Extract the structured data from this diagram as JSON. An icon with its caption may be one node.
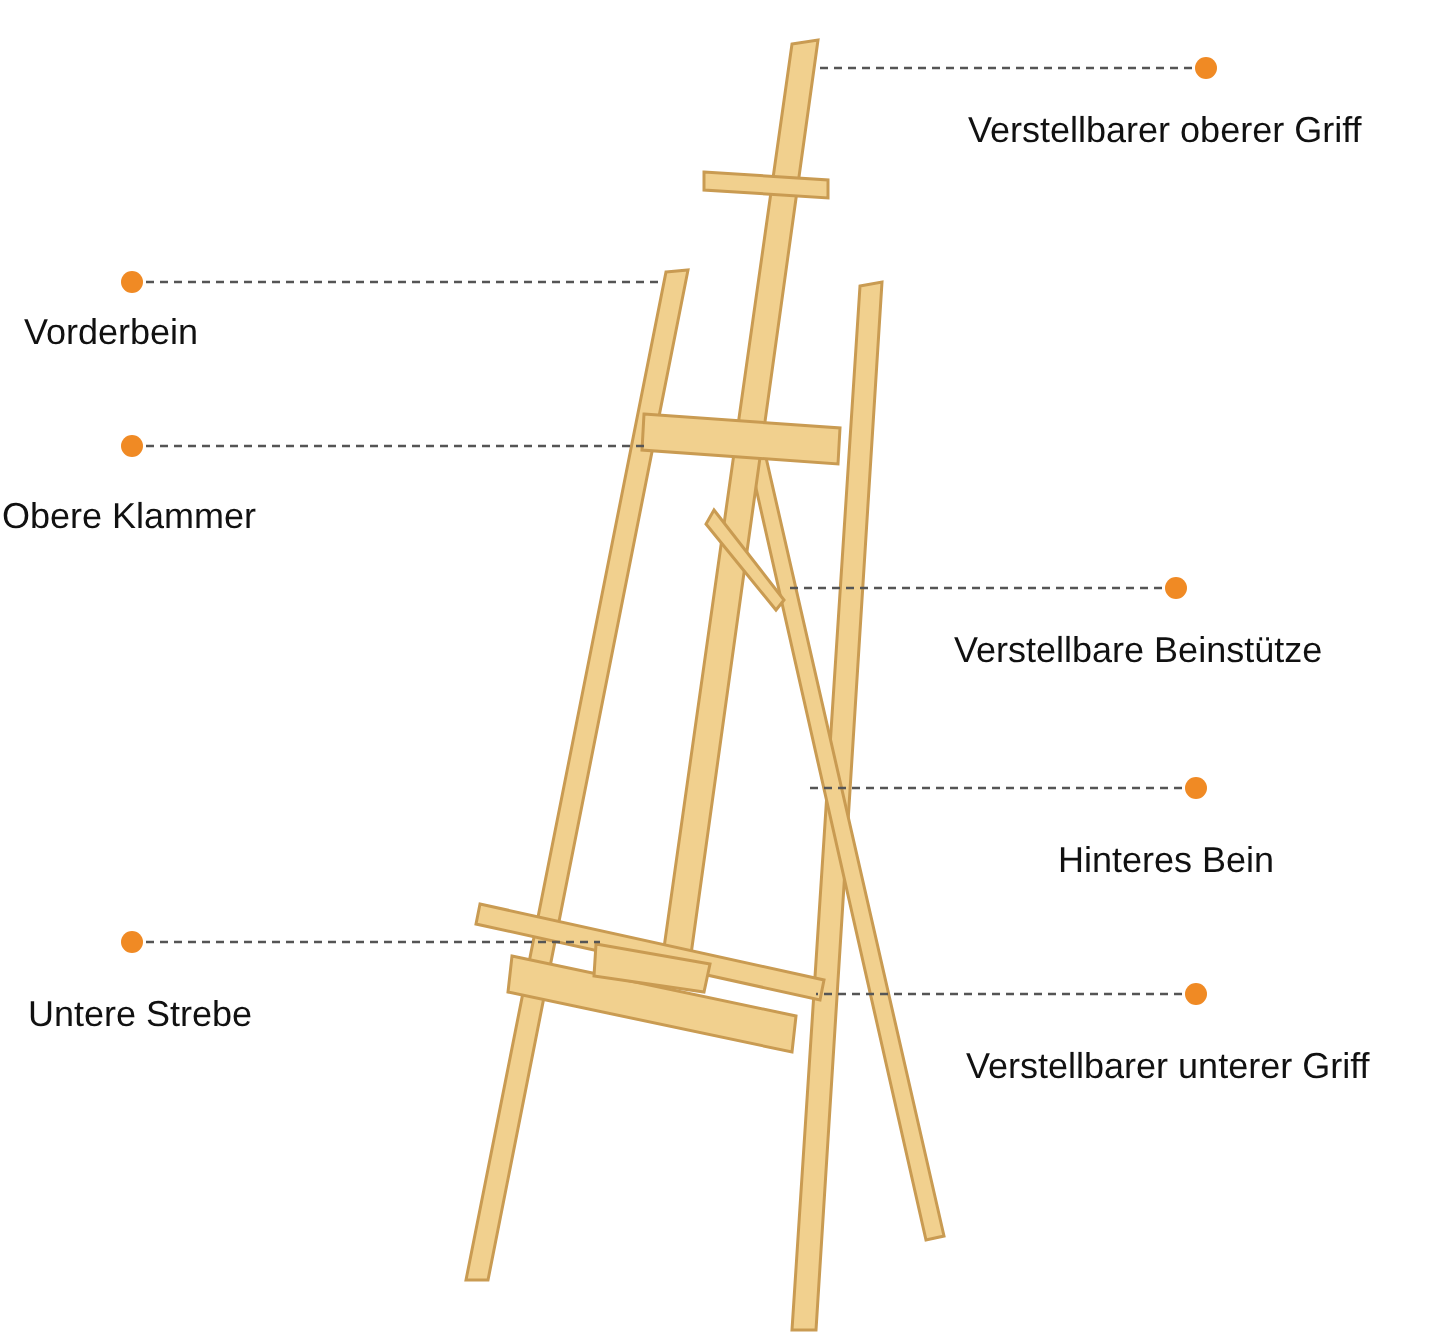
{
  "diagram": {
    "nodes": [
      {
        "text": [
          "Verstellbarer oberer Griff"
        ]
      },
      {
        "text": [
          "Vorderbein"
        ]
      },
      {
        "text": [
          "Obere Klammer"
        ]
      },
      {
        "text": [
          "Verstellbare Beinstütze"
        ]
      },
      {
        "text": [
          "Hinteres Bein"
        ]
      },
      {
        "text": [
          "Untere Strebe"
        ]
      },
      {
        "text": [
          "Verstellbarer unterer Griff"
        ]
      }
    ],
    "edges": [
      {
        "from": 0,
        "to": null,
        "arrow": "other",
        "style": "dashed"
      },
      {
        "from": 1,
        "to": null,
        "arrow": "other",
        "style": "dashed"
      },
      {
        "from": 2,
        "to": null,
        "arrow": "other",
        "style": "dashed"
      },
      {
        "from": 3,
        "to": null,
        "arrow": "other",
        "style": "dashed"
      },
      {
        "from": 4,
        "to": null,
        "arrow": "other",
        "style": "dashed"
      },
      {
        "from": 5,
        "to": null,
        "arrow": "other",
        "style": "dashed"
      },
      {
        "from": 6,
        "to": null,
        "arrow": "other",
        "style": "dashed"
      }
    ]
  }
}
